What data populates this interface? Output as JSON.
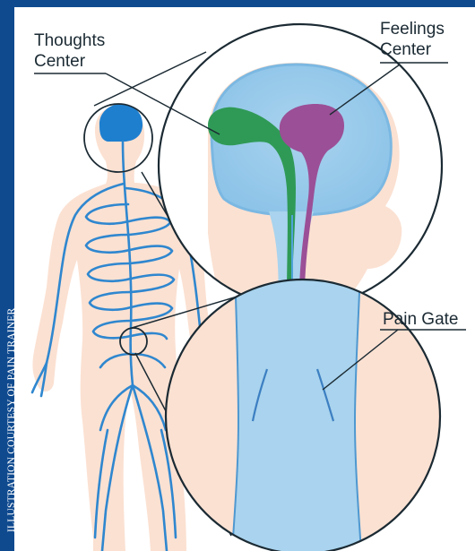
{
  "credit": "ILLUSTRATION COURTESY OF PAIN TRAINER",
  "labels": {
    "thoughts_line1": "Thoughts",
    "thoughts_line2": "Center",
    "feelings_line1": "Feelings",
    "feelings_line2": "Center",
    "pain_gate": "Pain Gate"
  },
  "colors": {
    "border_blue": "#0f4a8f",
    "skin": "#fbe1d2",
    "nerve_blue": "#2f87cf",
    "brain_blue": "#a9d3ee",
    "thoughts_green": "#2f9a56",
    "feelings_purple": "#9b4f96",
    "spinal_blue": "#a9d3ee"
  }
}
